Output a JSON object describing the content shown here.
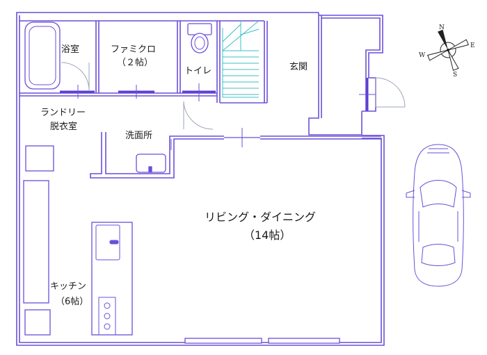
{
  "rooms": {
    "bath": "浴室",
    "closet_title": "ファミクロ",
    "closet_size": "（２帖）",
    "toilet": "トイレ",
    "entrance": "玄関",
    "laundry_line1": "ランドリー",
    "laundry_line2": "脱衣室",
    "washroom": "洗面所",
    "living_title": "リビング・ダイニング",
    "living_size": "（14帖）",
    "kitchen_title": "キッチン",
    "kitchen_size": "（6帖）"
  },
  "compass": {
    "n": "N",
    "e": "E",
    "s": "S",
    "w": "W"
  },
  "colors": {
    "wall": "#6a4fd8",
    "stair": "#38c0c8",
    "door": "#9aa5b8"
  }
}
